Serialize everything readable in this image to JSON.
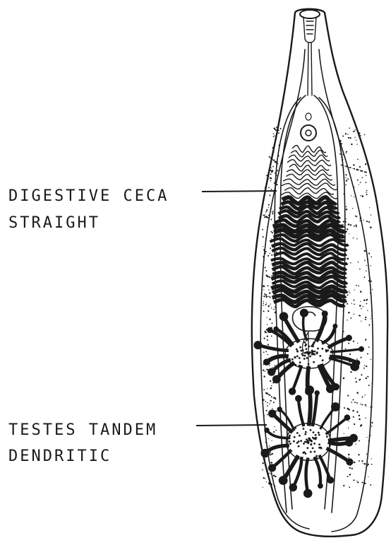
{
  "labels": {
    "digestive_ceca": {
      "line1": "DIGESTIVE CECA",
      "line2": "STRAIGHT"
    },
    "testes": {
      "line1": "TESTES TANDEM",
      "line2": "DENDRITIC"
    }
  },
  "colors": {
    "ink": "#1a1a1a",
    "paper": "#ffffff"
  }
}
